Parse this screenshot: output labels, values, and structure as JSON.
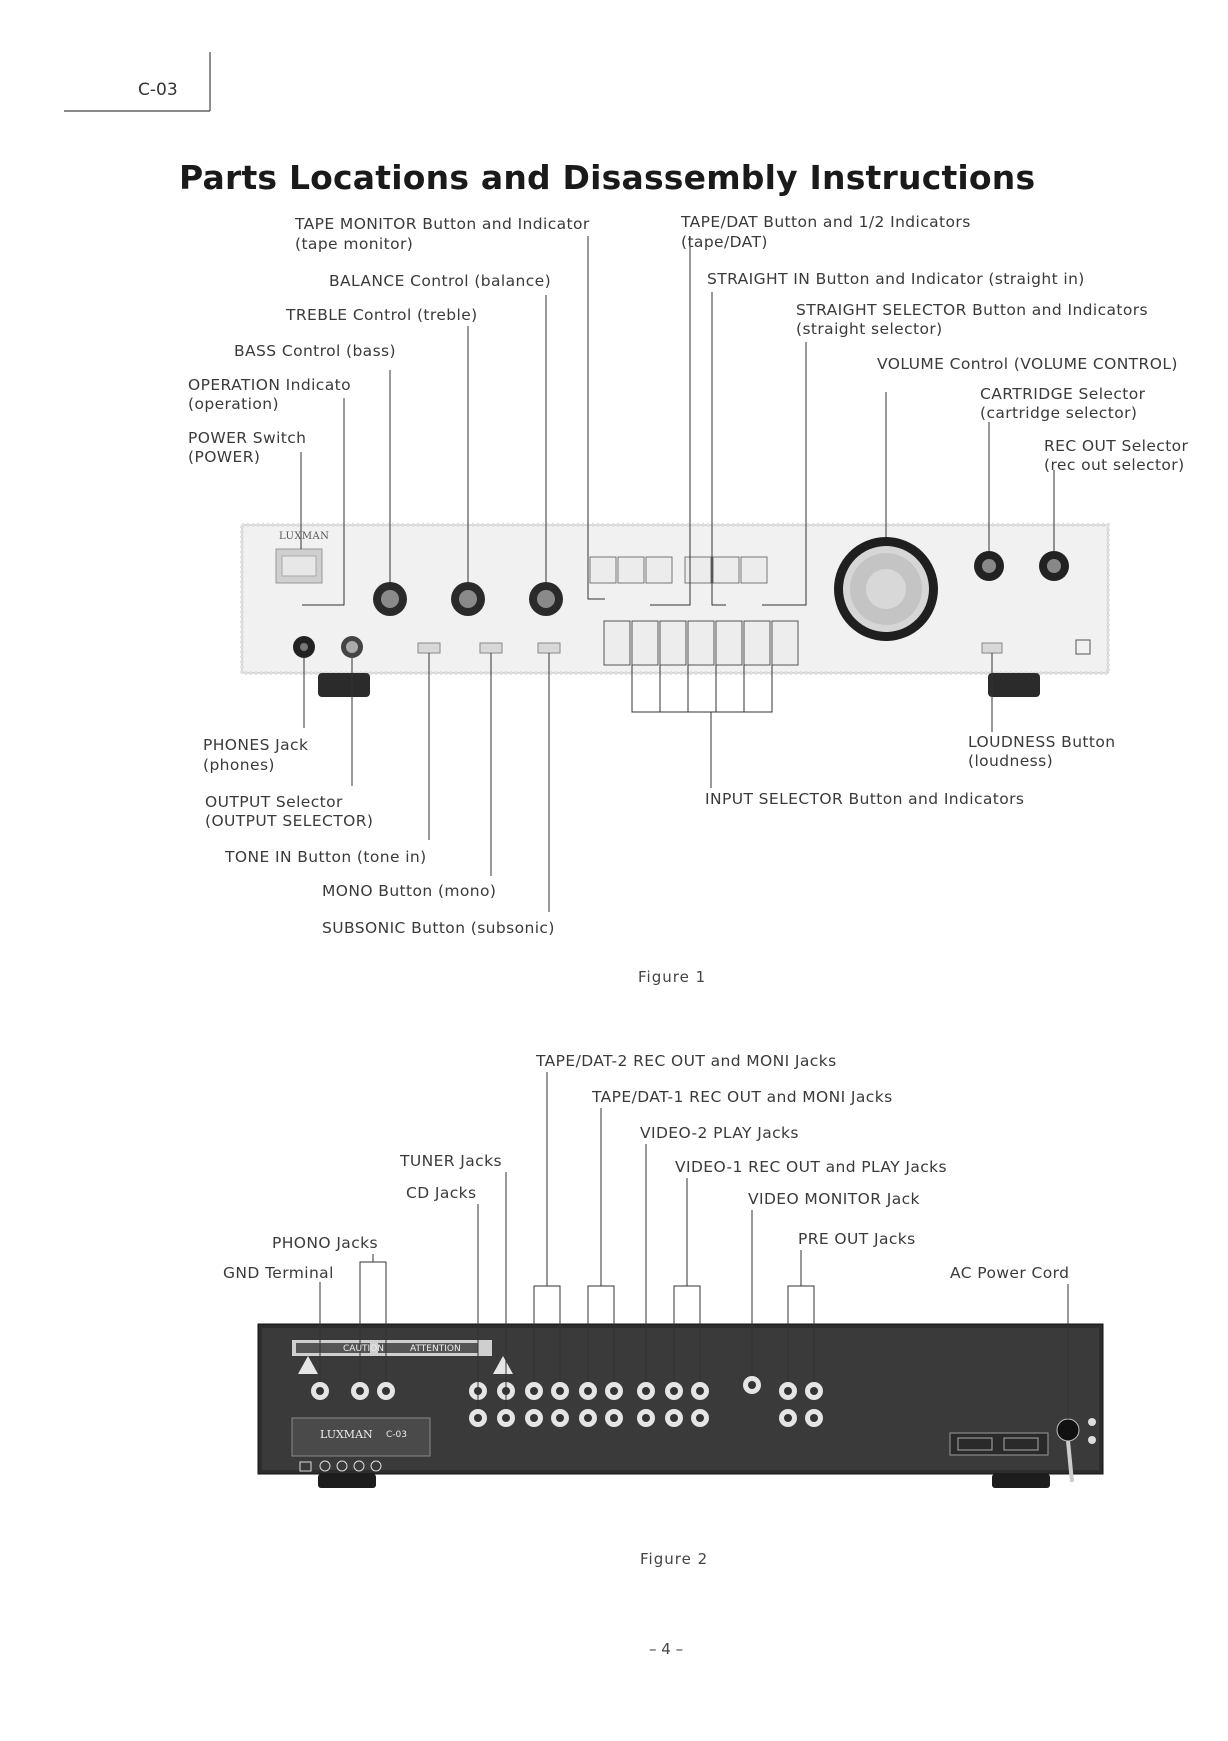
{
  "header": {
    "model": "C-03"
  },
  "title": "Parts Locations and Disassembly Instructions",
  "figure1": {
    "caption": "Figure 1",
    "brand": "LUXMAN",
    "labels": {
      "tape_monitor_1": "TAPE MONITOR Button and Indicator",
      "tape_monitor_2": "(tape monitor)",
      "balance": "BALANCE Control (balance)",
      "treble": "TREBLE Control (treble)",
      "bass": "BASS Control (bass)",
      "operation_1": "OPERATION Indicato",
      "operation_2": "(operation)",
      "power_1": "POWER Switch",
      "power_2": "(POWER)",
      "tape_dat_1": "TAPE/DAT Button and 1/2 Indicators",
      "tape_dat_2": "(tape/DAT)",
      "straight_in": "STRAIGHT IN Button and Indicator (straight in)",
      "straight_selector_1": "STRAIGHT SELECTOR Button and Indicators",
      "straight_selector_2": "(straight selector)",
      "volume": "VOLUME Control (VOLUME CONTROL)",
      "cartridge_1": "CARTRIDGE Selector",
      "cartridge_2": "(cartridge selector)",
      "rec_out_1": "REC OUT Selector",
      "rec_out_2": "(rec out selector)",
      "phones_1": "PHONES Jack",
      "phones_2": "(phones)",
      "output_1": "OUTPUT Selector",
      "output_2": "(OUTPUT SELECTOR)",
      "tone_in": "TONE IN Button (tone in)",
      "mono": "MONO Button (mono)",
      "subsonic": "SUBSONIC Button (subsonic)",
      "input_selector": "INPUT SELECTOR Button and Indicators",
      "loudness_1": "LOUDNESS Button",
      "loudness_2": "(loudness)"
    }
  },
  "figure2": {
    "caption": "Figure 2",
    "panel": {
      "caution": "CAUTION",
      "attention": "ATTENTION",
      "brand": "LUXMAN",
      "model": "C-03"
    },
    "labels": {
      "tape_dat_2_jacks": "TAPE/DAT-2 REC OUT and MONI Jacks",
      "tape_dat_1_jacks": "TAPE/DAT-1 REC OUT and MONI Jacks",
      "video_2": "VIDEO-2 PLAY Jacks",
      "tuner": "TUNER Jacks",
      "video_1": "VIDEO-1 REC OUT and PLAY Jacks",
      "cd": "CD Jacks",
      "video_monitor": "VIDEO MONITOR Jack",
      "phono": "PHONO Jacks",
      "pre_out": "PRE OUT Jacks",
      "gnd": "GND Terminal",
      "ac_power": "AC Power Cord"
    }
  },
  "footer": {
    "page": "– 4 –"
  }
}
